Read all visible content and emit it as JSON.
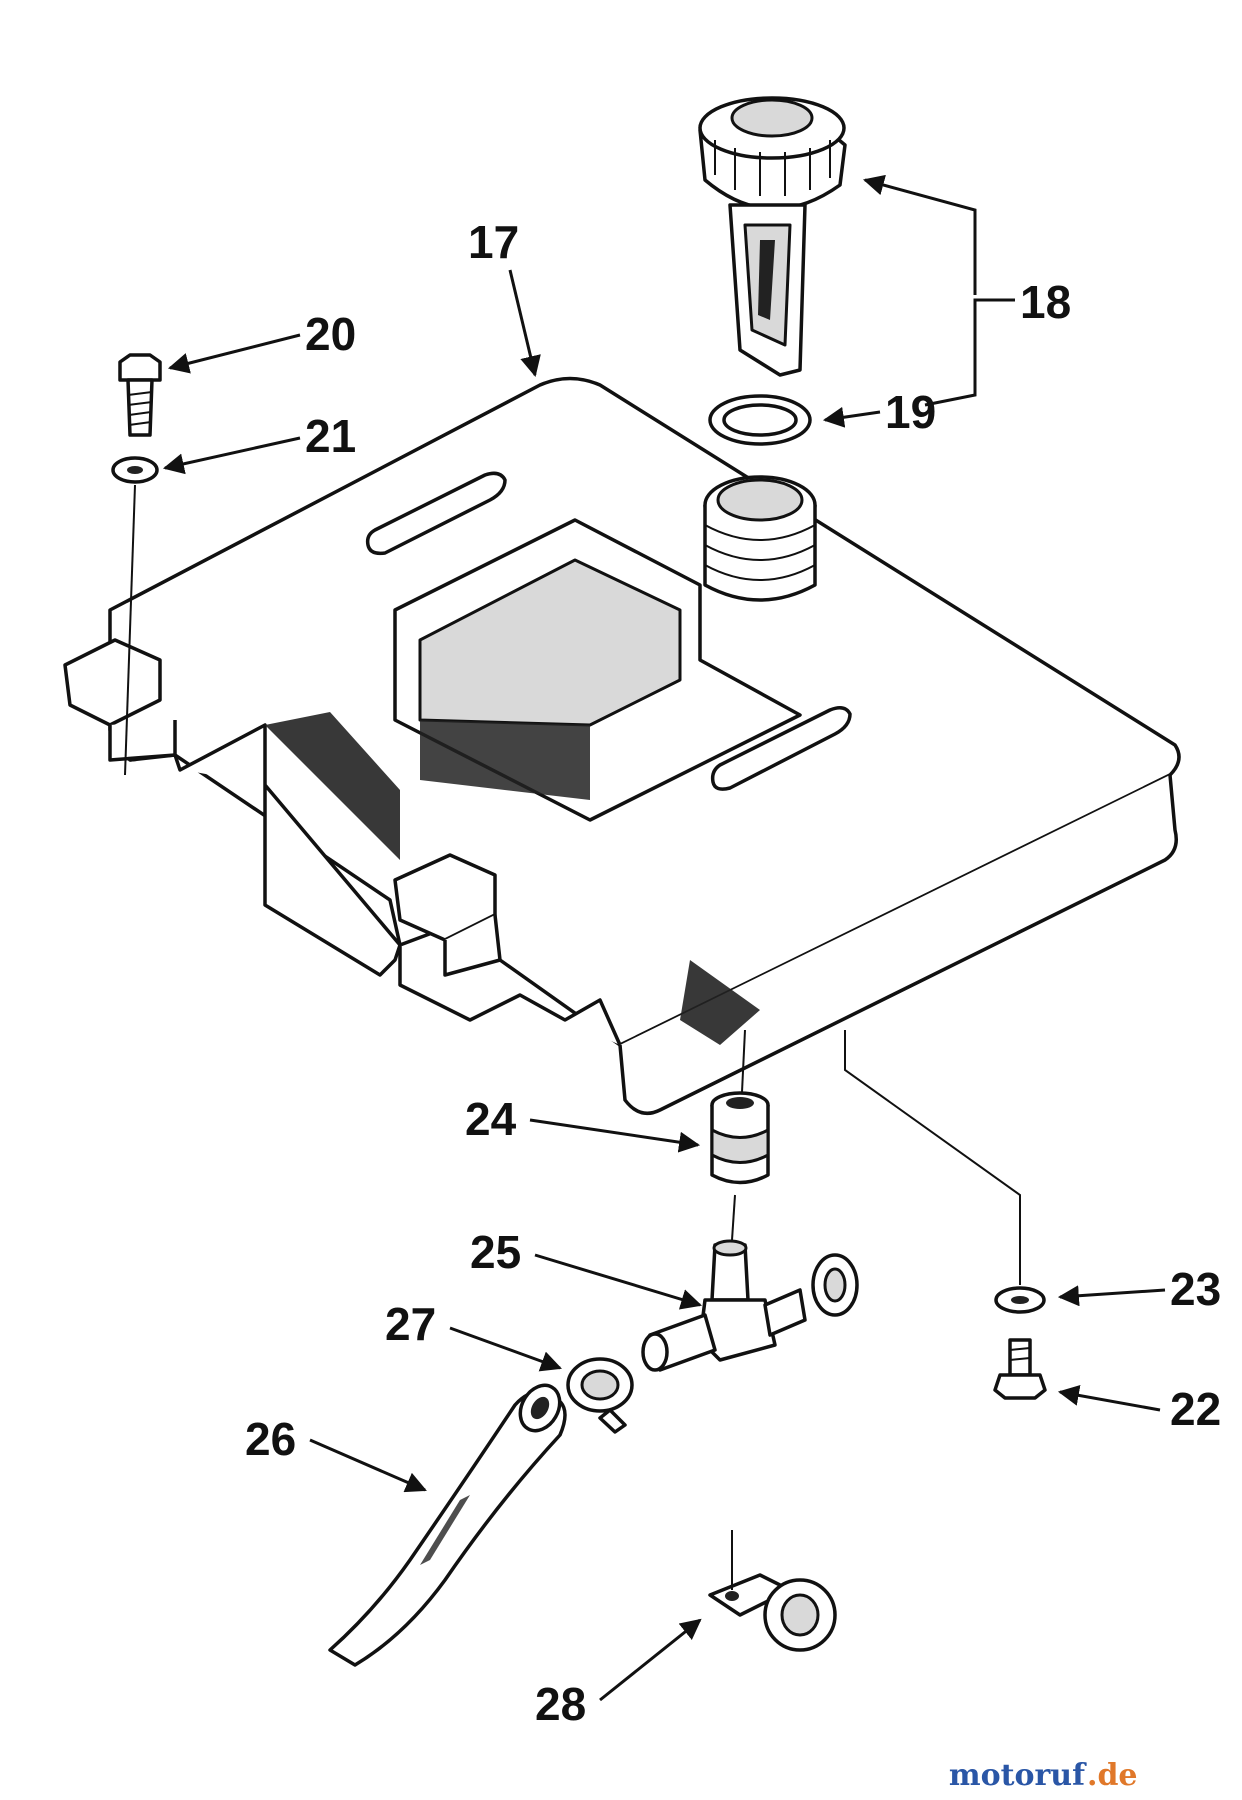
{
  "callouts": {
    "c17": "17",
    "c18": "18",
    "c19": "19",
    "c20": "20",
    "c21": "21",
    "c22": "22",
    "c23": "23",
    "c24": "24",
    "c25": "25",
    "c26": "26",
    "c27": "27",
    "c28": "28"
  },
  "watermark": {
    "part1": "motoruf",
    "part2": ".de"
  },
  "colors": {
    "ink": "#111111",
    "watermark_blue": "#2a56a6",
    "watermark_orange": "#e0782a"
  }
}
